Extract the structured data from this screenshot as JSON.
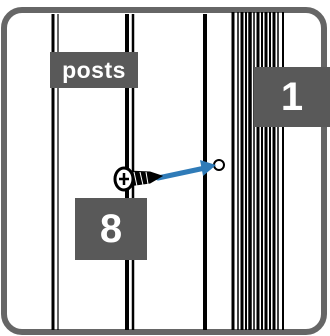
{
  "labels": {
    "posts": "posts",
    "part_number": "1",
    "screw_number": "8"
  },
  "colors": {
    "frame": "#666666",
    "lines": "#000000",
    "label_bg": "#595959",
    "label_text": "#ffffff",
    "arrow": "#2f7bb8"
  },
  "icons": {
    "screw": "screw-icon",
    "hole": "hole-icon",
    "arrow": "arrow-icon"
  }
}
